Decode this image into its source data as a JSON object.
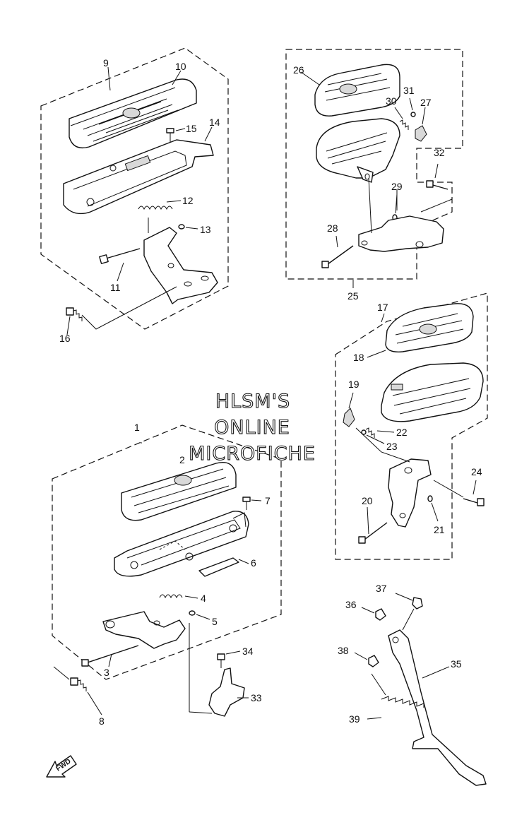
{
  "watermark": {
    "line1": "HLSM'S",
    "line2": "ONLINE",
    "line3": "MICROFICHE"
  },
  "direction_badge": "FWD",
  "callouts": {
    "c1": "1",
    "c2": "2",
    "c3": "3",
    "c4": "4",
    "c5": "5",
    "c6": "6",
    "c7": "7",
    "c8": "8",
    "c9": "9",
    "c10": "10",
    "c11": "11",
    "c12": "12",
    "c13": "13",
    "c14": "14",
    "c15": "15",
    "c16": "16",
    "c17": "17",
    "c18": "18",
    "c19": "19",
    "c20": "20",
    "c21": "21",
    "c22": "22",
    "c23": "23",
    "c24": "24",
    "c25": "25",
    "c26": "26",
    "c27": "27",
    "c28": "28",
    "c29": "29",
    "c30": "30",
    "c31": "31",
    "c32": "32",
    "c33": "33",
    "c34": "34",
    "c35": "35",
    "c36": "36",
    "c37": "37",
    "c38": "38",
    "c39": "39"
  }
}
